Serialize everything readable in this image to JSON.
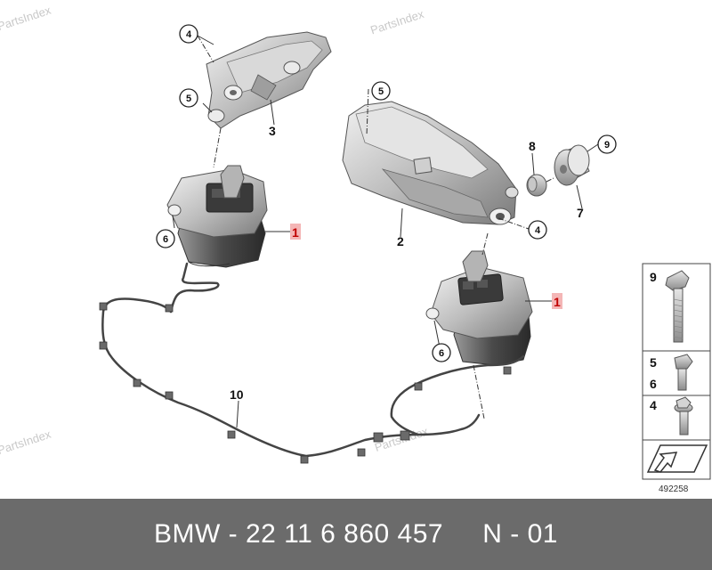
{
  "watermarks": [
    "PartsIndex",
    "PartsIndex",
    "PartsIndex",
    "PartsIndex"
  ],
  "callouts": {
    "bracket_left": "3",
    "bracket_right": "2",
    "mount_left": "1",
    "mount_right": "1",
    "hose": "10",
    "bolt_top_left": "4",
    "bolt_mid_left": "5",
    "bolt_top_right": "5",
    "bolt_right": "4",
    "nut": "8",
    "damper": "7",
    "damper_bolt": "9",
    "grommet_left": "6",
    "grommet_right": "6"
  },
  "legend": {
    "items": [
      {
        "label": "9"
      },
      {
        "label": "5"
      },
      {
        "label": "6"
      },
      {
        "label": "4"
      }
    ],
    "image_number": "492258"
  },
  "footer": {
    "part_label": "BMW - 22 11 6 860 457",
    "note": "N - 01"
  }
}
